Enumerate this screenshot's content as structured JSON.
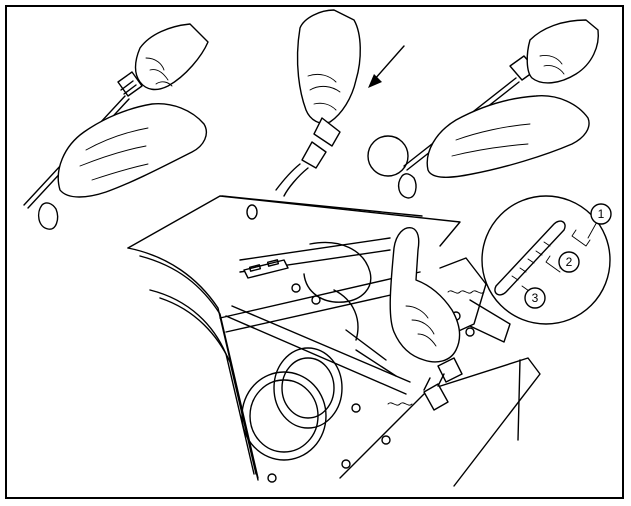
{
  "figure": {
    "callouts": [
      {
        "label": "1",
        "meaning": ""
      },
      {
        "label": "2",
        "meaning": ""
      },
      {
        "label": "3",
        "meaning": ""
      }
    ],
    "icons": {
      "direction_arrow": "arrow-down-left-icon"
    }
  }
}
